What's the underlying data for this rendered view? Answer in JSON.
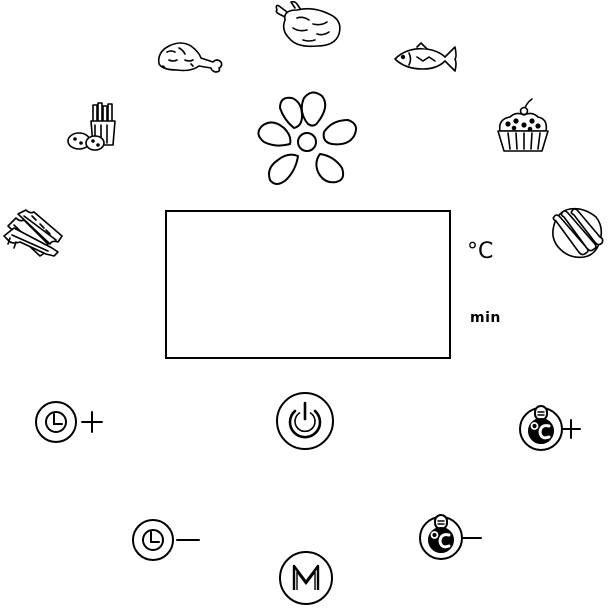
{
  "panel": {
    "display": {
      "temperature_unit": "°C",
      "time_unit": "min"
    },
    "presets": [
      {
        "icon": "bacon-icon"
      },
      {
        "icon": "fries-potato-icon"
      },
      {
        "icon": "drumstick-icon"
      },
      {
        "icon": "whole-chicken-icon"
      },
      {
        "icon": "fish-icon"
      },
      {
        "icon": "cupcake-icon"
      },
      {
        "icon": "ribs-icon"
      }
    ],
    "fan_indicator": {
      "icon": "fan-icon"
    },
    "buttons": {
      "time_up": {
        "icon": "clock-plus-icon"
      },
      "time_down": {
        "icon": "clock-minus-icon"
      },
      "power": {
        "icon": "power-icon"
      },
      "temp_up": {
        "icon": "thermometer-plus-icon"
      },
      "temp_down": {
        "icon": "thermometer-minus-icon"
      },
      "menu": {
        "label": "M",
        "icon": "menu-m-icon"
      }
    },
    "colors": {
      "ink": "#000000",
      "background": "#ffffff"
    }
  }
}
